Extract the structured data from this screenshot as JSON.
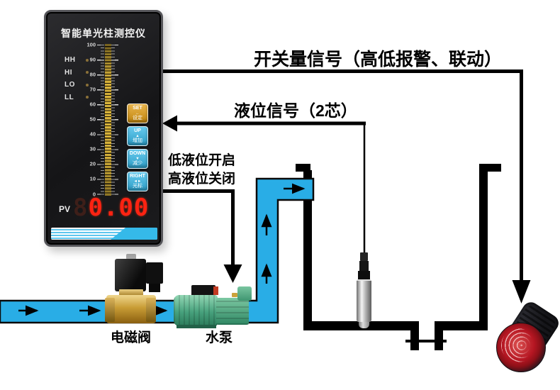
{
  "instrument": {
    "title": "智能单光柱测控仪",
    "led_labels": [
      "HH",
      "HI",
      "LO",
      "LL"
    ],
    "scale_labels": [
      "100",
      "90",
      "80",
      "70",
      "60",
      "50",
      "40",
      "30",
      "20",
      "10",
      "0"
    ],
    "buttons": [
      {
        "id": "set",
        "word": "SET",
        "glyph": "←",
        "cn": "设定",
        "color": "#e29c10"
      },
      {
        "id": "up",
        "word": "UP",
        "glyph": "▲",
        "cn": "增加",
        "color": "#35b9e9"
      },
      {
        "id": "down",
        "word": "DOWN",
        "glyph": "▼",
        "cn": "减少",
        "color": "#35b9e9"
      },
      {
        "id": "right",
        "word": "RIGHT",
        "glyph": "◄►",
        "cn": "光标",
        "color": "#35b9e9"
      }
    ],
    "pv_label": "PV",
    "pv_ghost": "8",
    "pv_value": "0.00"
  },
  "annotations": {
    "switch_signal": "开关量信号（高低报警、联动）",
    "level_signal": "液位信号（2芯）",
    "pump_logic": [
      "低液位开启",
      "高液位关闭"
    ]
  },
  "labels": {
    "valve": "电磁阀",
    "pump": "水泵"
  },
  "colors": {
    "pipe": "#29ade6",
    "signal_line": "#000000",
    "light_column": "#d7b23a",
    "set_button": "#e29c10",
    "blue_button": "#35b9e9",
    "pv_digits": "#ff2312",
    "alarm_lens": "#b51622"
  }
}
